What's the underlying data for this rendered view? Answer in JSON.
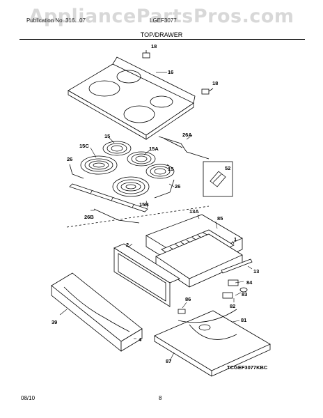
{
  "header": {
    "watermark": "AppliancePartsPros.com",
    "publication": "Publication No. 316...07",
    "model": "LGEF3077"
  },
  "section_title": "TOP/DRAWER",
  "diagram_code": "TCGEF3077KBC",
  "footer": {
    "date": "08/10",
    "page": "8"
  },
  "part_labels": {
    "p18a": "18",
    "p16": "16",
    "p18b": "18",
    "p26a": "26A",
    "p15a_left": "15",
    "p15c": "15C",
    "p15a": "15A",
    "p26a2": "26",
    "p52": "52",
    "p15b_right": "15",
    "p26r": "26",
    "p15b": "15B",
    "p26b": "26B",
    "p13a": "13A",
    "p85": "85",
    "p1": "1",
    "p2": "2",
    "p13": "13",
    "p84": "84",
    "p83": "83",
    "p82": "82",
    "p86": "86",
    "p39": "39",
    "p81": "81",
    "p4": "4",
    "p87": "87"
  }
}
